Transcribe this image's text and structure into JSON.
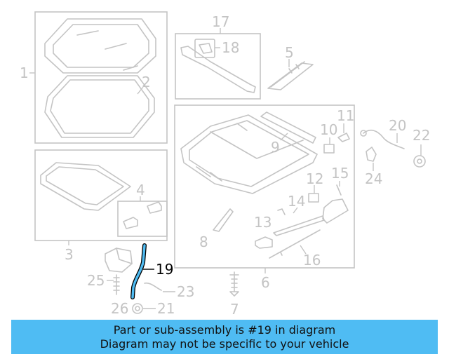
{
  "callouts": {
    "c1": "1",
    "c2": "2",
    "c3": "3",
    "c4": "4",
    "c5": "5",
    "c6": "6",
    "c7": "7",
    "c8": "8",
    "c9": "9",
    "c10": "10",
    "c11": "11",
    "c12": "12",
    "c13": "13",
    "c14": "14",
    "c15": "15",
    "c16": "16",
    "c17": "17",
    "c18": "18",
    "c19": "19",
    "c20": "20",
    "c21": "21",
    "c22": "22",
    "c23": "23",
    "c24": "24",
    "c25": "25",
    "c26": "26"
  },
  "highlight": {
    "part": "19",
    "color": "#4fbcf3"
  },
  "banner": {
    "line1": "Part or sub-assembly is #19 in diagram",
    "line2": "Diagram may not be specific to your vehicle",
    "color": "#4fbcf3"
  }
}
